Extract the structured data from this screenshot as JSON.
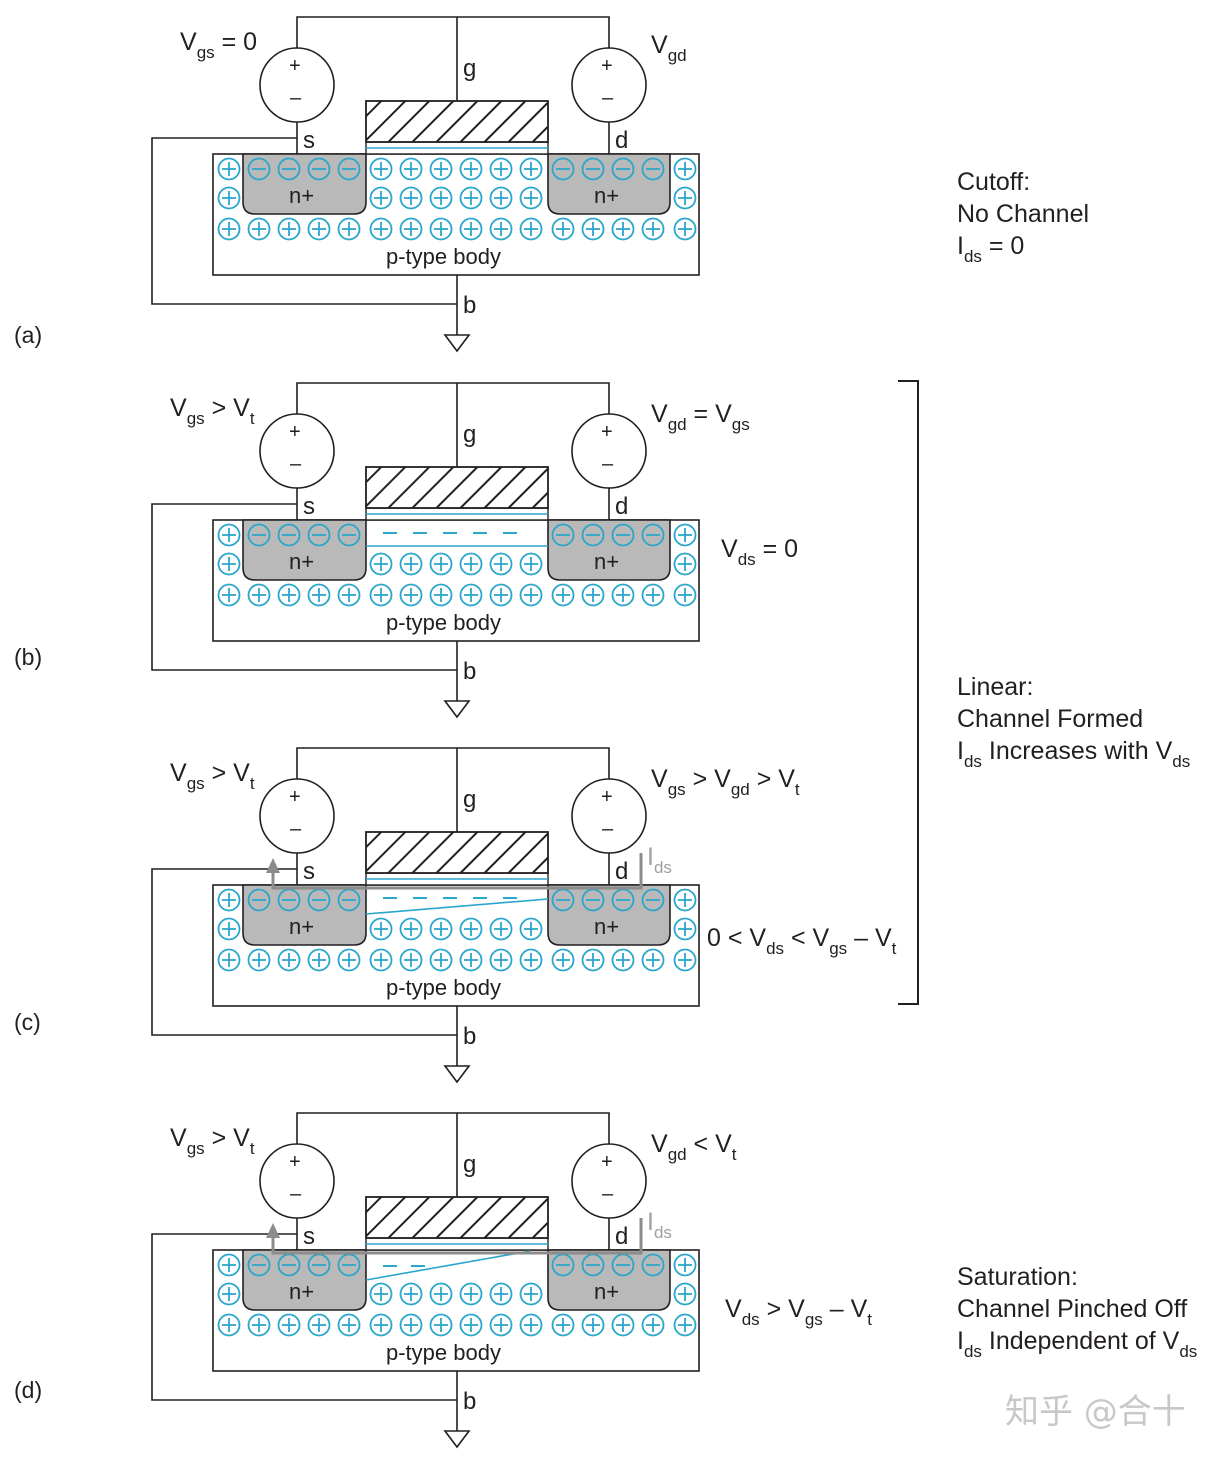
{
  "terminals": {
    "source": "s",
    "gate": "g",
    "drain": "d",
    "body": "b"
  },
  "source_polarity": {
    "plus": "+",
    "minus": "–"
  },
  "region_labels": {
    "n_plus": "n+",
    "body": "p-type body"
  },
  "current_label": {
    "main": "I",
    "sub": "ds"
  },
  "colors": {
    "charge": "#2ba6cb",
    "well": "#b9b9b9",
    "wire": "#231f20",
    "current": "#8c8c8c"
  },
  "panels": [
    {
      "label": "(a)",
      "vgs": [
        {
          "t": "V"
        },
        {
          "t": "gs",
          "sub": true
        },
        {
          "t": " = 0"
        }
      ],
      "vgd": [
        {
          "t": "V"
        },
        {
          "t": "gd",
          "sub": true
        }
      ],
      "vds": [],
      "channel": "none"
    },
    {
      "label": "(b)",
      "vgs": [
        {
          "t": "V"
        },
        {
          "t": "gs",
          "sub": true
        },
        {
          "t": " > V"
        },
        {
          "t": "t",
          "sub": true
        }
      ],
      "vgd": [
        {
          "t": "V"
        },
        {
          "t": "gd",
          "sub": true
        },
        {
          "t": " = V"
        },
        {
          "t": "gs",
          "sub": true
        }
      ],
      "vds": [
        {
          "t": "V"
        },
        {
          "t": "ds",
          "sub": true
        },
        {
          "t": " = 0"
        }
      ],
      "channel": "uniform"
    },
    {
      "label": "(c)",
      "vgs": [
        {
          "t": "V"
        },
        {
          "t": "gs",
          "sub": true
        },
        {
          "t": " > V"
        },
        {
          "t": "t",
          "sub": true
        }
      ],
      "vgd": [
        {
          "t": "V"
        },
        {
          "t": "gs",
          "sub": true
        },
        {
          "t": " > V"
        },
        {
          "t": "gd",
          "sub": true
        },
        {
          "t": " > V"
        },
        {
          "t": "t",
          "sub": true
        }
      ],
      "vds": [
        {
          "t": "0 < V"
        },
        {
          "t": "ds",
          "sub": true
        },
        {
          "t": " < V"
        },
        {
          "t": "gs",
          "sub": true
        },
        {
          "t": " – V"
        },
        {
          "t": "t",
          "sub": true
        }
      ],
      "channel": "tapered"
    },
    {
      "label": "(d)",
      "vgs": [
        {
          "t": "V"
        },
        {
          "t": "gs",
          "sub": true
        },
        {
          "t": " > V"
        },
        {
          "t": "t",
          "sub": true
        }
      ],
      "vgd": [
        {
          "t": "V"
        },
        {
          "t": "gd",
          "sub": true
        },
        {
          "t": " < V"
        },
        {
          "t": "t",
          "sub": true
        }
      ],
      "vds": [
        {
          "t": "V"
        },
        {
          "t": "ds",
          "sub": true
        },
        {
          "t": " > V"
        },
        {
          "t": "gs",
          "sub": true
        },
        {
          "t": " – V"
        },
        {
          "t": "t",
          "sub": true
        }
      ],
      "channel": "pinched"
    }
  ],
  "regions": {
    "cutoff": [
      [
        {
          "t": "Cutoff:"
        }
      ],
      [
        {
          "t": "No Channel"
        }
      ],
      [
        {
          "t": "I"
        },
        {
          "t": "ds",
          "sub": true
        },
        {
          "t": " = 0"
        }
      ]
    ],
    "linear": [
      [
        {
          "t": "Linear:"
        }
      ],
      [
        {
          "t": "Channel Formed"
        }
      ],
      [
        {
          "t": "I"
        },
        {
          "t": "ds",
          "sub": true
        },
        {
          "t": " Increases with V"
        },
        {
          "t": "ds",
          "sub": true
        }
      ]
    ],
    "saturation": [
      [
        {
          "t": "Saturation:"
        }
      ],
      [
        {
          "t": "Channel Pinched Off"
        }
      ],
      [
        {
          "t": "I"
        },
        {
          "t": "ds",
          "sub": true
        },
        {
          "t": " Independent of V"
        },
        {
          "t": "ds",
          "sub": true
        }
      ]
    ]
  },
  "watermark": "知乎 @合十"
}
